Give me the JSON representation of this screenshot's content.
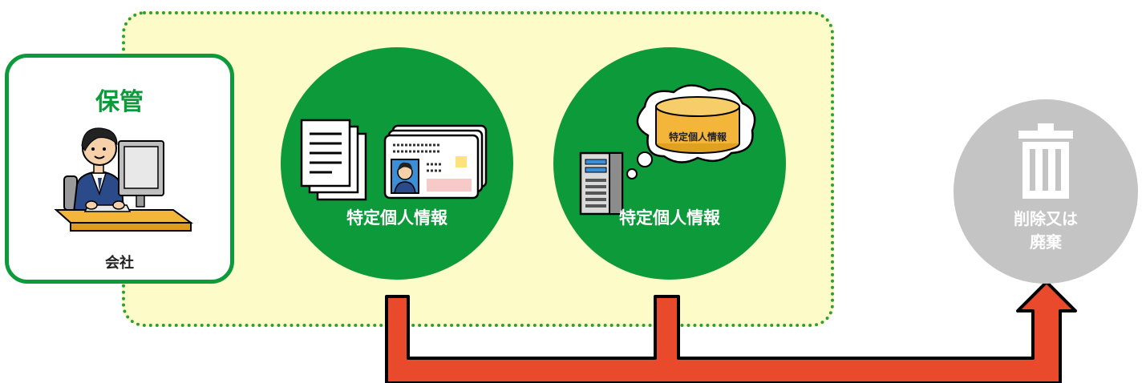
{
  "company_box": {
    "title": "保管",
    "label": "会社"
  },
  "circle_documents": {
    "label": "特定個人情報"
  },
  "circle_database": {
    "label": "特定個人情報",
    "db_label": "特定個人情報"
  },
  "disposal": {
    "line1": "削除又は",
    "line2": "廃棄"
  },
  "colors": {
    "green": "#0d9a3b",
    "zone_fill": "#fdfbc8",
    "zone_border": "#2e9e35",
    "arrow": "#e84a2b",
    "disposal_gray": "#c4c4c4"
  }
}
